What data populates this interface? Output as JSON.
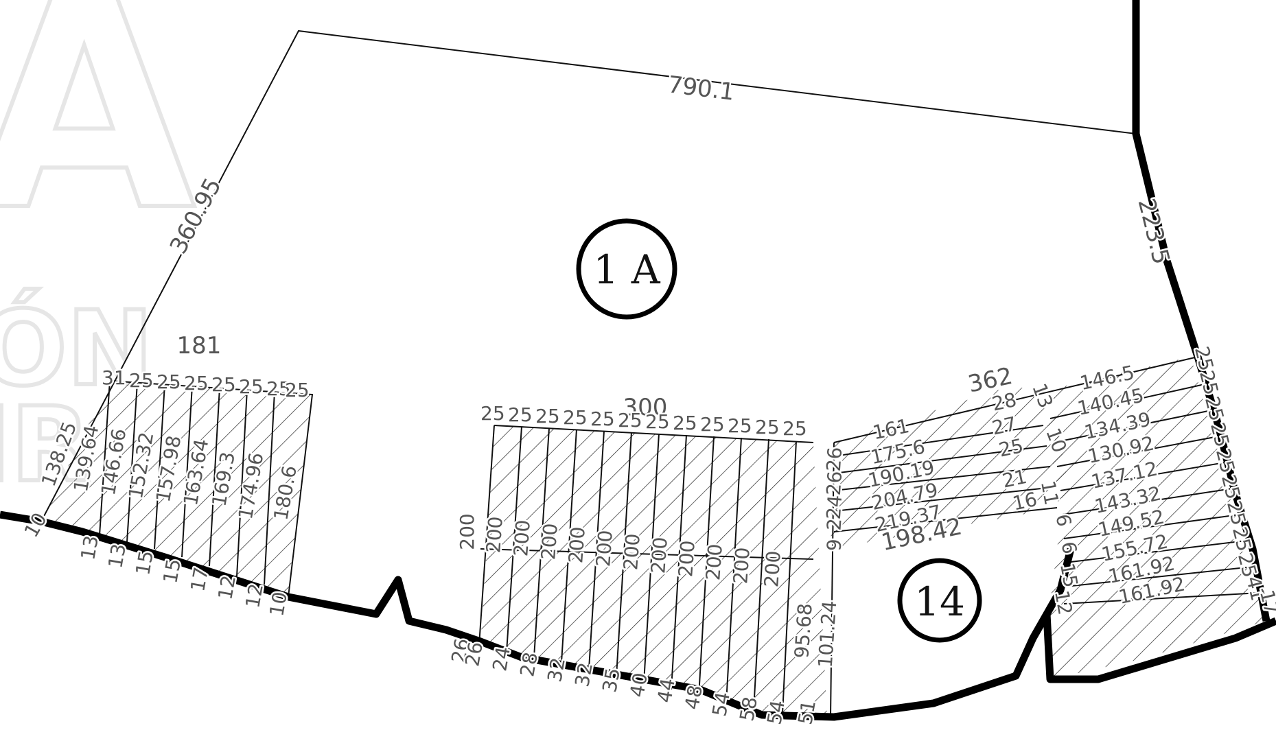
{
  "map": {
    "lot_labels": {
      "main": "1 A",
      "secondary": "14"
    },
    "boundary_dimensions": {
      "top": "790.1",
      "left": "360.95",
      "right": "223.5"
    },
    "block_west": {
      "frontage_total": "181",
      "frontages": [
        "31",
        "25",
        "25",
        "25",
        "25",
        "25",
        "25",
        "25"
      ],
      "depths": [
        "138.25",
        "139.64",
        "146.66",
        "152.32",
        "157.98",
        "163.64",
        "169.3",
        "174.96",
        "180.6"
      ],
      "rear_widths": [
        "10",
        "13",
        "13",
        "15",
        "15",
        "17",
        "12",
        "12",
        "10"
      ]
    },
    "block_center": {
      "frontage_total": "300",
      "frontages": [
        "25",
        "25",
        "25",
        "25",
        "25",
        "25",
        "25",
        "25",
        "25",
        "25",
        "25",
        "25"
      ],
      "depths": [
        "200",
        "200",
        "200",
        "200",
        "200",
        "200",
        "200",
        "200",
        "200",
        "200",
        "200",
        "200"
      ],
      "rear_widths": [
        "26",
        "26",
        "24",
        "28",
        "32",
        "32",
        "35",
        "40",
        "44",
        "48",
        "54",
        "58",
        "54",
        "51"
      ],
      "side_depths": [
        "95.68",
        "101.24"
      ]
    },
    "block_east_a": {
      "frontage_total": "362",
      "depths": [
        "161",
        "175.6",
        "190.19",
        "204.79",
        "219.37",
        "198.42"
      ],
      "side_widths": [
        "26",
        "26",
        "24",
        "2",
        "9"
      ],
      "rear_widths": [
        "28",
        "27",
        "25",
        "21",
        "16"
      ]
    },
    "block_east_b": {
      "depths": [
        "146.5",
        "140.45",
        "134.39",
        "130.92",
        "137.12",
        "143.32",
        "149.52",
        "155.72",
        "161.92",
        "161.92"
      ],
      "side_widths": [
        "25",
        "25",
        "25",
        "25",
        "25",
        "25",
        "25",
        "25",
        "25",
        "41",
        "17"
      ],
      "curve_widths": [
        "13",
        "10",
        "6",
        "11",
        "6",
        "15",
        "12"
      ]
    },
    "watermark": {
      "letters": [
        "A",
        "ÓN",
        "IR"
      ]
    }
  }
}
